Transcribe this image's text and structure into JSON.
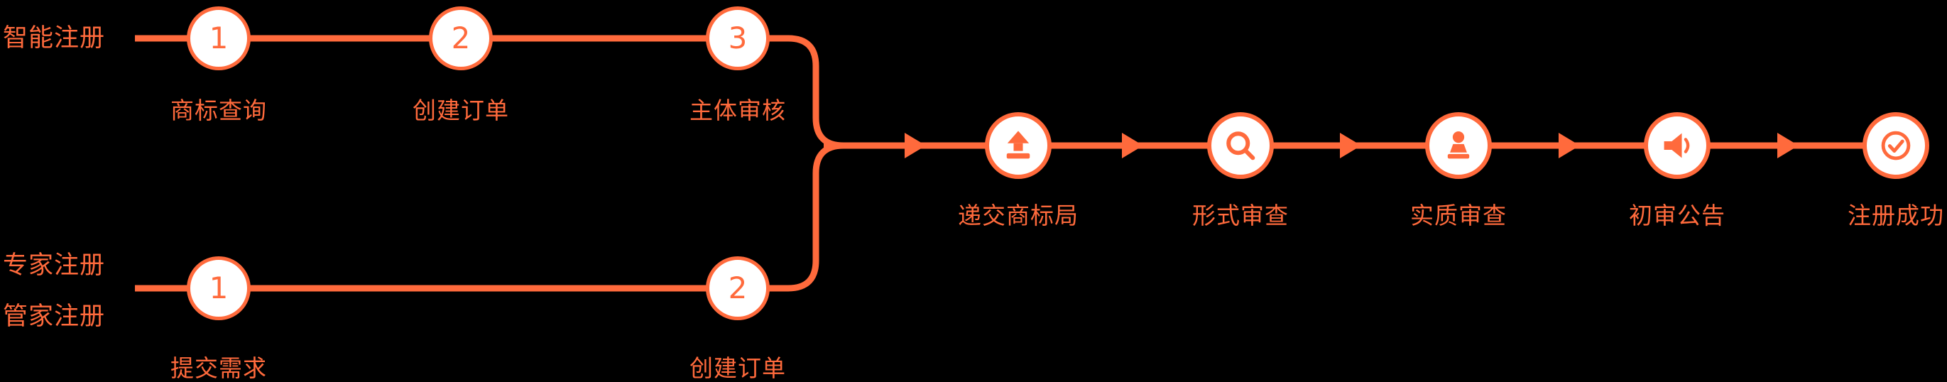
{
  "colors": {
    "accent": "#FF6A3C",
    "background": "#000000",
    "node_fill": "#FFFFFF"
  },
  "tracks": {
    "smart": {
      "label": "智能注册",
      "steps": [
        {
          "num": "1",
          "label": "商标查询"
        },
        {
          "num": "2",
          "label": "创建订单"
        },
        {
          "num": "3",
          "label": "主体审核"
        }
      ]
    },
    "expert": {
      "label_line1": "专家注册",
      "label_line2": "管家注册",
      "steps": [
        {
          "num": "1",
          "label": "提交需求"
        },
        {
          "num": "2",
          "label": "创建订单"
        }
      ]
    },
    "main": {
      "steps": [
        {
          "icon": "submit-stamp-icon",
          "label": "递交商标局"
        },
        {
          "icon": "search-icon",
          "label": "形式审查"
        },
        {
          "icon": "substantive-review-icon",
          "label": "实质审查"
        },
        {
          "icon": "announcement-icon",
          "label": "初审公告"
        },
        {
          "icon": "success-check-icon",
          "label": "注册成功"
        }
      ]
    }
  }
}
